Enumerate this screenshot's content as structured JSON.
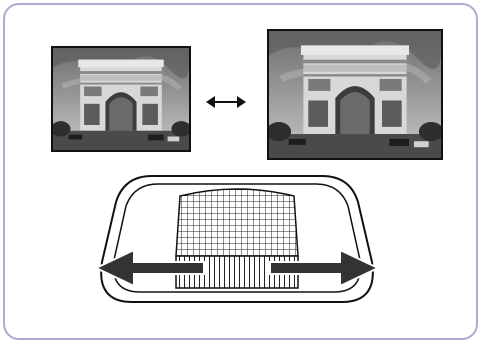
{
  "figure": {
    "images": [
      {
        "id": "small",
        "icon": "arc-de-triomphe-photo"
      },
      {
        "id": "large",
        "icon": "arc-de-triomphe-photo"
      }
    ],
    "connector_icon": "double-arrow-horizontal-icon",
    "control": {
      "icon": "projector-zoom-ring",
      "arrows": [
        "arrow-left-icon",
        "arrow-right-icon"
      ]
    }
  },
  "colors": {
    "frame_border": "#b7a8cf",
    "ink": "#111111"
  }
}
